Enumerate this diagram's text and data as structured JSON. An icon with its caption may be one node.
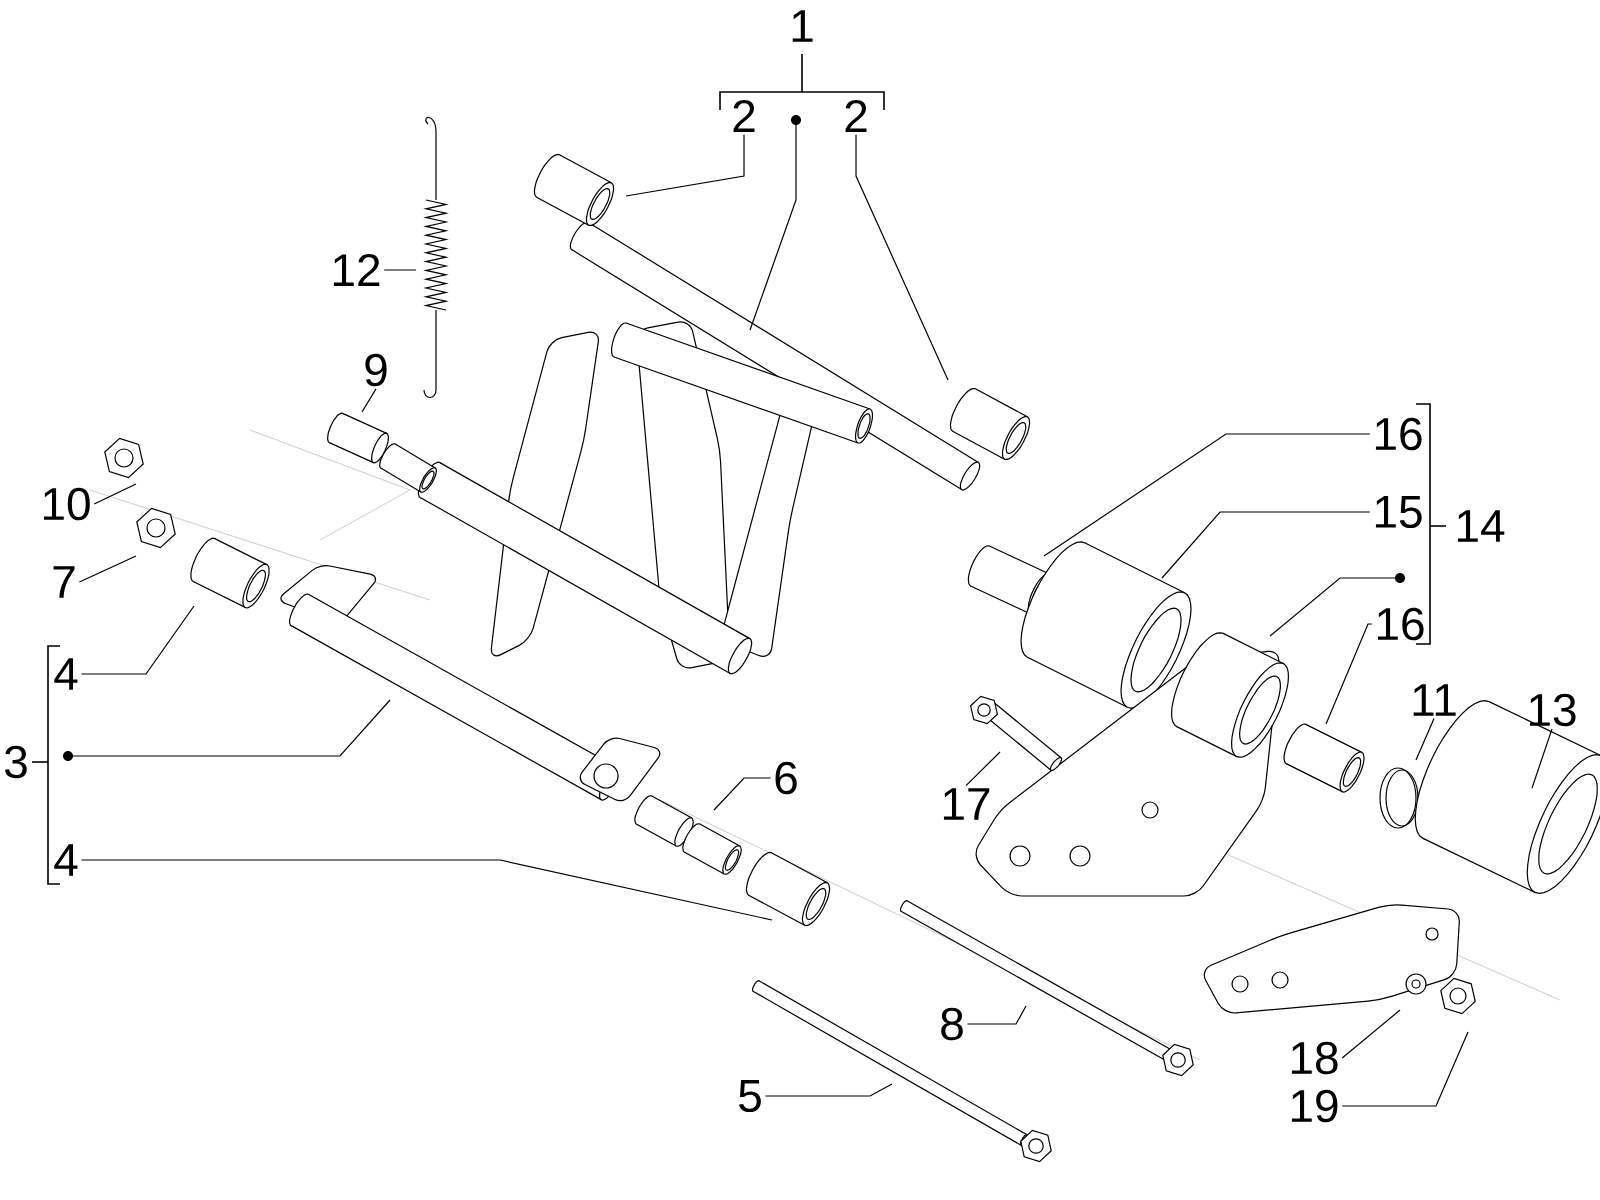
{
  "diagram": {
    "nodes": [
      {
        "text": [
          "1"
        ]
      },
      {
        "text": [],
        "shape": "circle"
      },
      {
        "text": [
          "2"
        ]
      },
      {
        "text": [
          "2"
        ]
      },
      {
        "text": [
          "12"
        ]
      },
      {
        "text": [
          "9"
        ]
      },
      {
        "text": [
          "16"
        ]
      },
      {
        "text": [
          "10"
        ]
      },
      {
        "text": [
          "15"
        ]
      },
      {
        "text": [
          "14"
        ]
      },
      {
        "text": [],
        "shape": "circle"
      },
      {
        "text": [
          "7"
        ]
      },
      {
        "text": [
          "16"
        ]
      },
      {
        "text": [
          "4"
        ]
      },
      {
        "text": [
          "11"
        ]
      },
      {
        "text": [
          "13"
        ]
      },
      {
        "text": [
          "3"
        ]
      },
      {
        "text": [],
        "shape": "circle"
      },
      {
        "text": [
          "6"
        ]
      },
      {
        "text": [
          "17"
        ]
      },
      {
        "text": [
          "4"
        ]
      },
      {
        "text": [
          "8"
        ]
      },
      {
        "text": [
          "18"
        ]
      },
      {
        "text": [
          "5"
        ]
      },
      {
        "text": [
          "19"
        ]
      }
    ],
    "edges": [
      {
        "from": 2,
        "to": null,
        "arrow": "none"
      },
      {
        "from": 3,
        "to": null,
        "arrow": "none"
      },
      {
        "from": 1,
        "to": null,
        "arrow": "none"
      },
      {
        "from": 4,
        "to": null,
        "arrow": "none"
      },
      {
        "from": 5,
        "to": null,
        "arrow": "none"
      },
      {
        "from": 7,
        "to": null,
        "arrow": "none"
      },
      {
        "from": 11,
        "to": null,
        "arrow": "none"
      },
      {
        "from": 6,
        "to": null,
        "arrow": "none"
      },
      {
        "from": 8,
        "to": null,
        "arrow": "none"
      },
      {
        "from": 10,
        "to": null,
        "arrow": "none"
      },
      {
        "from": 12,
        "to": null,
        "arrow": "none"
      },
      {
        "from": 14,
        "to": null,
        "arrow": "none"
      },
      {
        "from": 15,
        "to": null,
        "arrow": "none"
      },
      {
        "from": 17,
        "to": null,
        "arrow": "none"
      },
      {
        "from": 13,
        "to": null,
        "arrow": "none"
      },
      {
        "from": 20,
        "to": null,
        "arrow": "none"
      },
      {
        "from": 18,
        "to": null,
        "arrow": "none"
      },
      {
        "from": 19,
        "to": null,
        "arrow": "none"
      },
      {
        "from": 21,
        "to": null,
        "arrow": "none"
      },
      {
        "from": 22,
        "to": null,
        "arrow": "none"
      },
      {
        "from": 23,
        "to": null,
        "arrow": "none"
      },
      {
        "from": 24,
        "to": null,
        "arrow": "none"
      }
    ]
  }
}
